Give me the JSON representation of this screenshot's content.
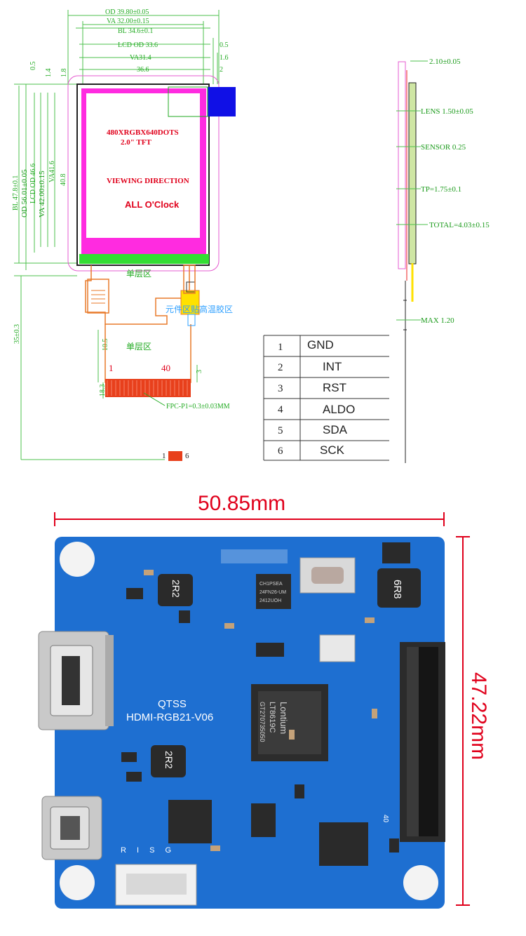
{
  "lcd_drawing": {
    "dimensions": {
      "od_width": "OD 39.80±0.05",
      "va_width": "VA 32.00±0.15",
      "bl_width": "BL 34.6±0.1",
      "lcd_od_width": "LCD OD 33.6",
      "va_inner": "VA31.4",
      "aa_width": "36.6",
      "right_05": "0.5",
      "right_16": "1.6",
      "right_2": "2",
      "top_05": "0.5",
      "top_14": "1.4",
      "top_18": "1.8",
      "bl_height": "BL 47.8±0.1",
      "od_height": "OD 56.01±0.05",
      "lcd_od_height": "LCD OD 46.6",
      "va_height": "VA 42.00±0.15",
      "va_inner_height": "VA41.6",
      "aa_height": "40.8",
      "fpc_length": "35±0.3",
      "fpc_small": "10.5",
      "fpc_small2": "18.3",
      "fpc_right": "3"
    },
    "screen_text": {
      "resolution": "480XRGBX640DOTS",
      "size": "2.0\" TFT",
      "viewing": "VIEWING DIRECTION",
      "clock": "ALL O'Clock"
    },
    "fpc_labels": {
      "single_layer_top": "单层区",
      "component_area": "元件区贴高温胶区",
      "single_layer_bottom": "单层区",
      "pin_first": "1",
      "pin_last": "40",
      "fpc_pitch": "FPC-P1=0.3±0.03MM",
      "tail_first": "1",
      "tail_last": "6"
    }
  },
  "side_view": {
    "thickness": "2.10±0.05",
    "lens": "LENS 1.50±0.05",
    "sensor": "SENSOR 0.25",
    "tp": "TP=1.75±0.1",
    "total": "TOTAL=4.03±0.15",
    "max": "MAX 1.20"
  },
  "pin_table": {
    "rows": [
      {
        "num": "1",
        "name": "GND"
      },
      {
        "num": "2",
        "name": "INT"
      },
      {
        "num": "3",
        "name": "RST"
      },
      {
        "num": "4",
        "name": "ALDO"
      },
      {
        "num": "5",
        "name": "SDA"
      },
      {
        "num": "6",
        "name": "SCK"
      }
    ]
  },
  "board": {
    "width_label": "50.85mm",
    "height_label": "47.22mm",
    "brand": "QTSS",
    "model": "HDMI-RGB21-V06",
    "chip_brand": "Lontium",
    "chip_part": "LT8619C",
    "chip_code": "GT270735050",
    "inductor_top": "2R2",
    "inductor_bottom": "2R2",
    "inductor_right": "6R8",
    "small_chip": "CH1PSEA",
    "small_chip2": "24FN26-UM",
    "small_chip3": "2412UOH",
    "connector_pin": "40",
    "pads": "R I S G",
    "colors": {
      "pcb": "#1e6fd1",
      "dim_line": "#e0001b"
    }
  }
}
